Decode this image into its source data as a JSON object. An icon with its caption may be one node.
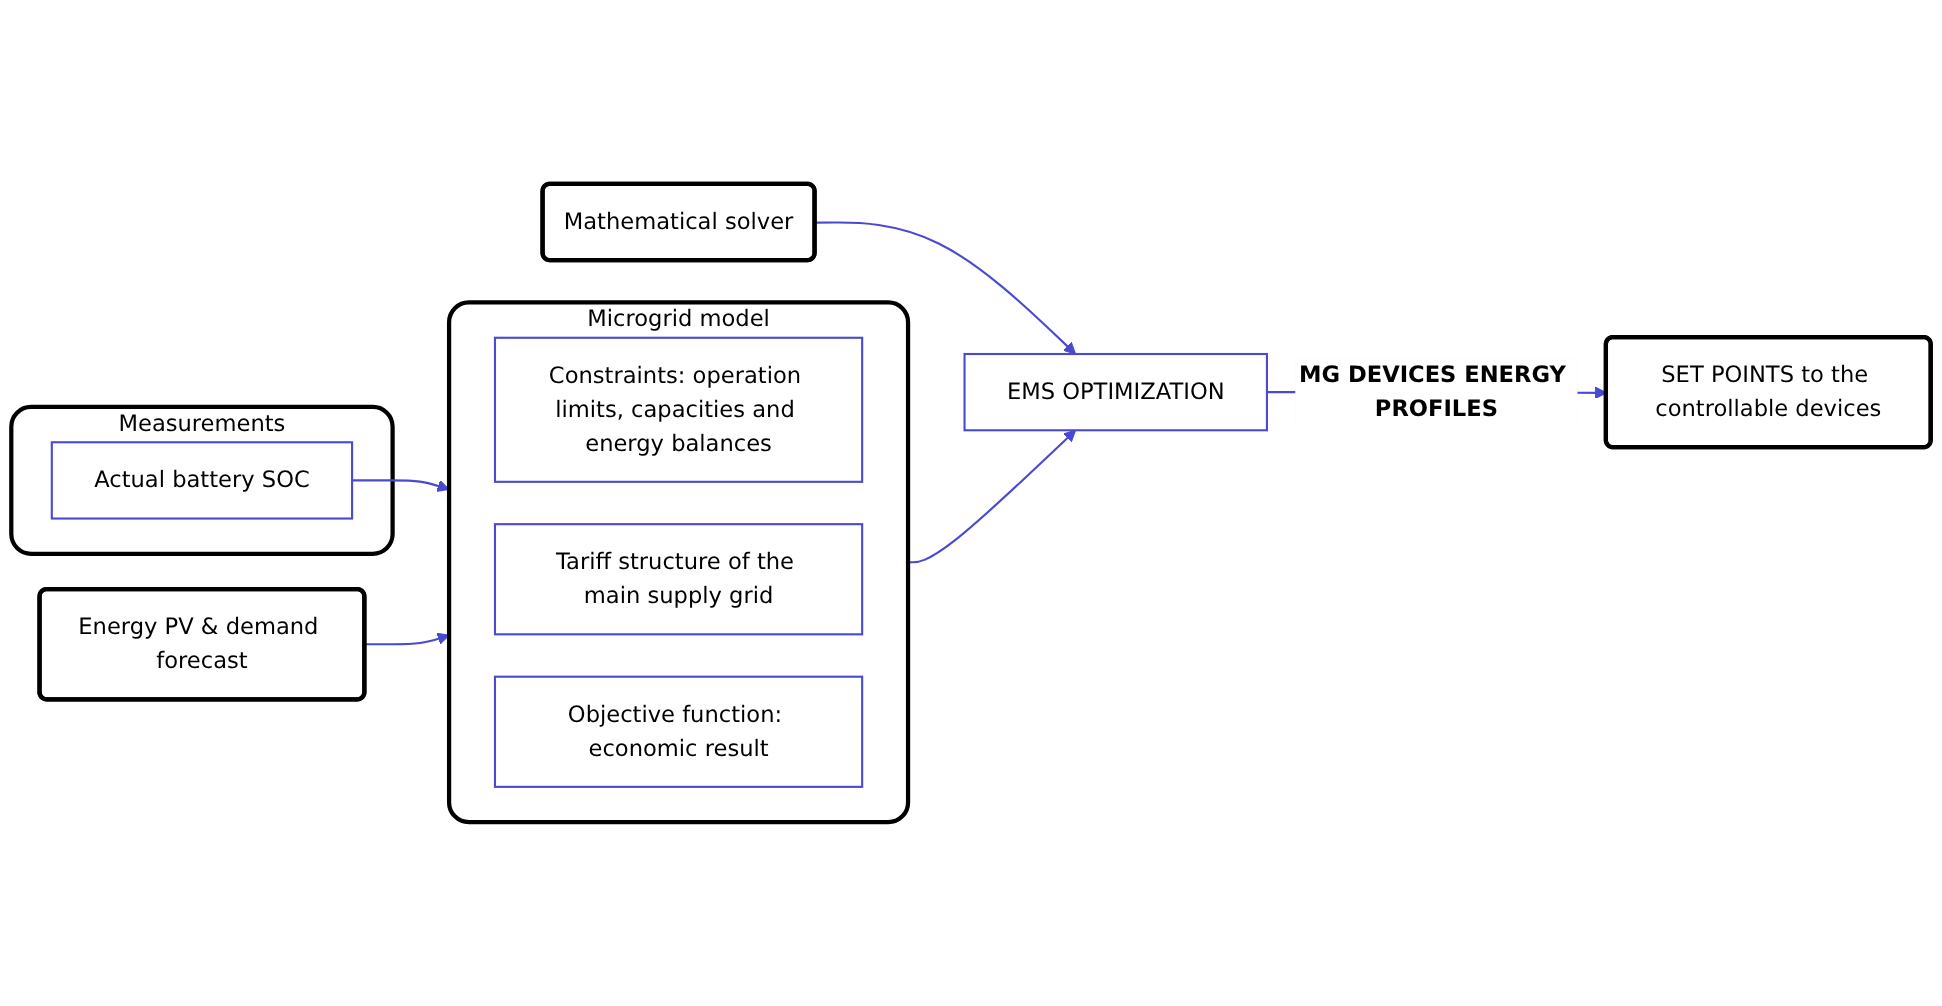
{
  "diagram": {
    "nodes": [
      {
        "text": [
          "Measurements"
        ]
      },
      {
        "text": [
          "Actual battery SOC"
        ],
        "in": 0
      },
      {
        "text": [
          "Energy PV & demand forecast"
        ]
      },
      {
        "text": [
          "Microgrid model"
        ]
      },
      {
        "text": [
          "Constraints: operation limits, capacities and energy balances"
        ],
        "in": 3
      },
      {
        "text": [
          "Tariff structure of the main supply grid"
        ],
        "in": 3
      },
      {
        "text": [
          "Objective function: economic result"
        ],
        "in": 3
      },
      {
        "text": [
          "EMS OPTIMIZATION"
        ]
      },
      {
        "text": [
          "Mathematical solver"
        ]
      },
      {
        "text": [
          "SET POINTS to the controllable devices"
        ]
      }
    ],
    "edges": [
      {
        "from": 1,
        "to": 3,
        "arrow": "to"
      },
      {
        "from": 2,
        "to": 3,
        "arrow": "to"
      },
      {
        "from": 3,
        "to": 7,
        "arrow": "to"
      },
      {
        "from": 8,
        "to": 7,
        "arrow": "to"
      },
      {
        "from": 7,
        "to": 9,
        "arrow": "to",
        "label": "MG DEVICES ENERGY PROFILES"
      }
    ]
  }
}
